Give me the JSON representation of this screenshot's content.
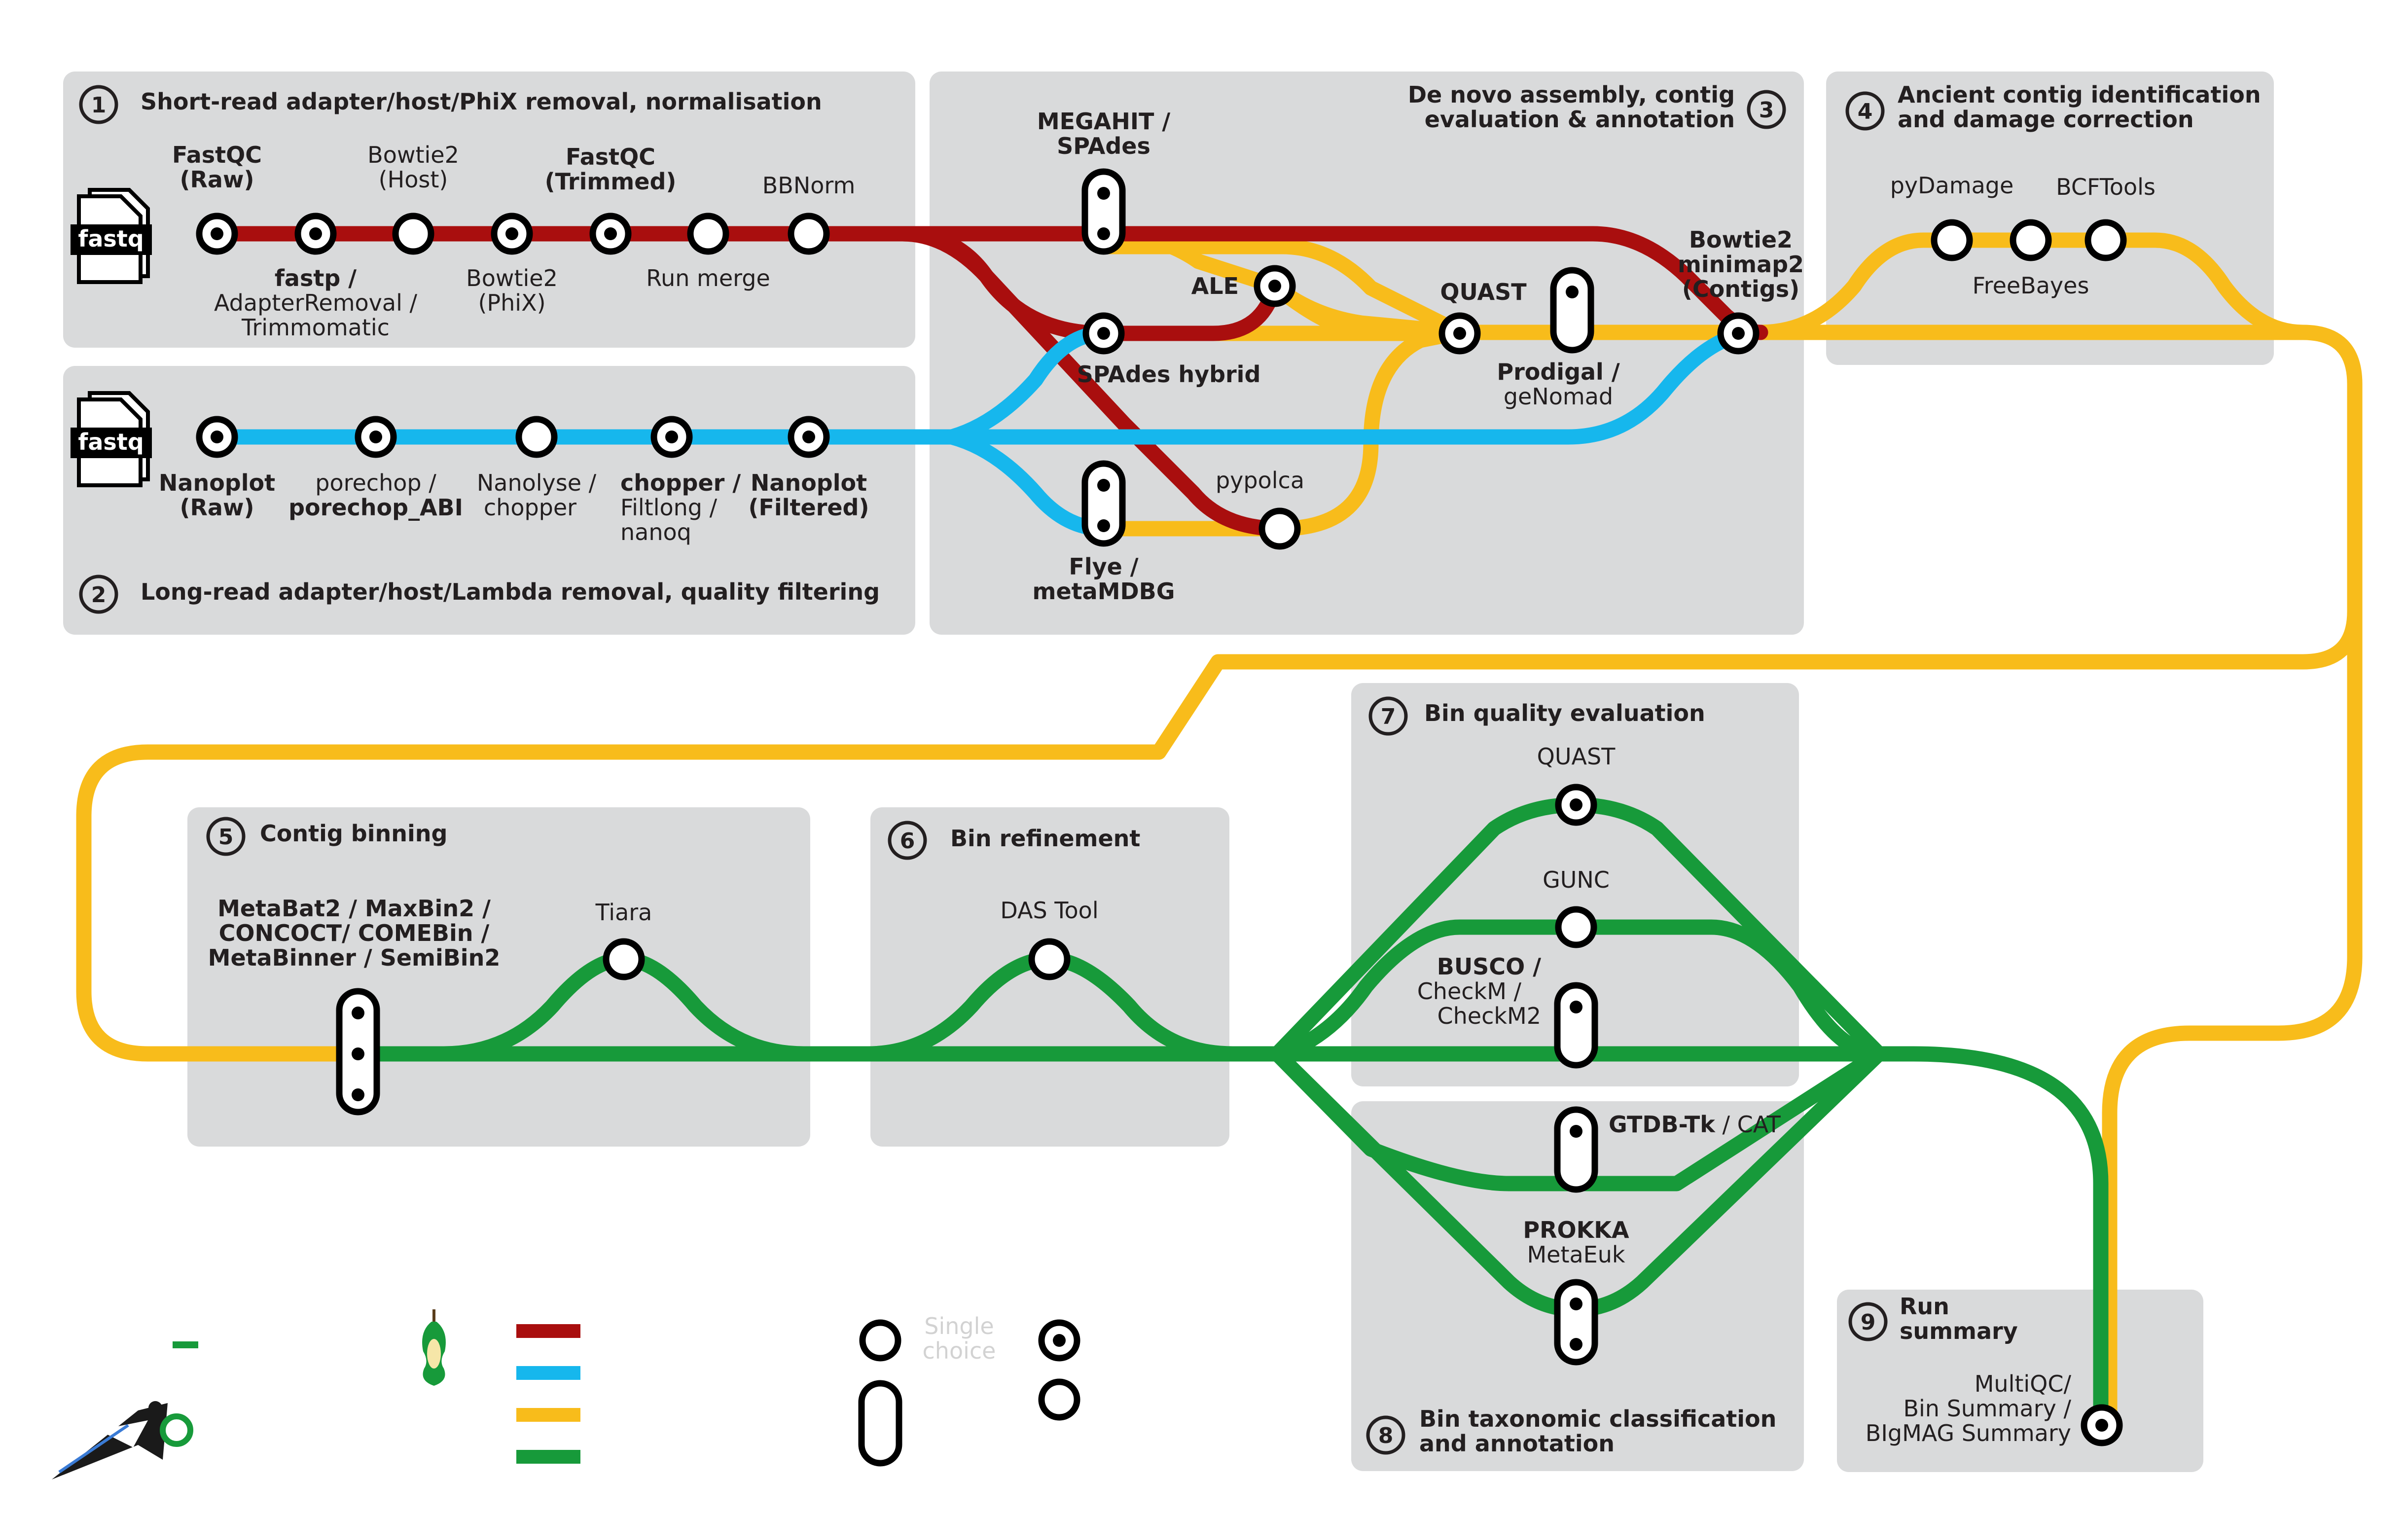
{
  "colors": {
    "short_read_line": "#a90e0e",
    "long_read_line": "#16b7ed",
    "assembly_line": "#f8bc1b",
    "binning_line": "#179a3a",
    "panel": "#d9dadb"
  },
  "sections": {
    "s1": {
      "number": "1",
      "title": "Short-read adapter/host/PhiX removal, normalisation"
    },
    "s2": {
      "number": "2",
      "title": "Long-read adapter/host/Lambda removal, quality filtering"
    },
    "s3": {
      "number": "3",
      "title_line1": "De novo assembly, contig",
      "title_line2": "evaluation & annotation"
    },
    "s4": {
      "number": "4",
      "title_line1": "Ancient contig identification",
      "title_line2": "and damage correction"
    },
    "s5": {
      "number": "5",
      "title": "Contig binning"
    },
    "s6": {
      "number": "6",
      "title": "Bin refinement"
    },
    "s7": {
      "number": "7",
      "title": "Bin quality evaluation"
    },
    "s8": {
      "number": "8",
      "title_line1": "Bin taxonomic classification",
      "title_line2": "and annotation"
    },
    "s9": {
      "number": "9",
      "title_line1": "Run",
      "title_line2": "summary"
    }
  },
  "inputs": {
    "short_reads": "fastq",
    "long_reads": "fastq"
  },
  "short_read_steps": {
    "fastqc_raw": [
      "FastQC",
      "(Raw)"
    ],
    "fastp": [
      "fastp /",
      "AdapterRemoval /",
      "Trimmomatic"
    ],
    "bowtie2_host": [
      "Bowtie2",
      "(Host)"
    ],
    "bowtie2_phix": [
      "Bowtie2",
      "(PhiX)"
    ],
    "fastqc_trimmed": [
      "FastQC",
      "(Trimmed)"
    ],
    "run_merge": [
      "Run merge"
    ],
    "bbnorm": [
      "BBNorm"
    ]
  },
  "long_read_steps": {
    "nanoplot_raw": [
      "Nanoplot",
      "(Raw)"
    ],
    "porechop": [
      "porechop /",
      "porechop_ABI"
    ],
    "nanolyse": [
      "Nanolyse /",
      "chopper"
    ],
    "chopper": [
      "chopper /",
      "Filtlong /",
      "nanoq"
    ],
    "nanoplot_filtered": [
      "Nanoplot",
      "(Filtered)"
    ]
  },
  "assembly_steps": {
    "megahit": [
      "MEGAHIT /",
      "SPAdes"
    ],
    "ale": [
      "ALE"
    ],
    "spades_hybrid": [
      "SPAdes hybrid"
    ],
    "quast": [
      "QUAST"
    ],
    "prodigal": [
      "Prodigal /",
      "geNomad"
    ],
    "bowtie2_contigs": [
      "Bowtie2",
      "minimap2",
      "(Contigs)"
    ],
    "pypolca": [
      "pypolca"
    ],
    "flye": [
      "Flye /",
      "metaMDBG"
    ]
  },
  "ancient_steps": {
    "pydamage": [
      "pyDamage"
    ],
    "bcftools": [
      "BCFTools"
    ],
    "freebayes": [
      "FreeBayes"
    ]
  },
  "binning_steps": {
    "binners": [
      "MetaBat2 / MaxBin2 /",
      "CONCOCT/ COMEBin /",
      "MetaBinner / SemiBin2"
    ],
    "tiara": [
      "Tiara"
    ],
    "das_tool": [
      "DAS Tool"
    ]
  },
  "qc_steps": {
    "quast_bins": [
      "QUAST"
    ],
    "gunc": [
      "GUNC"
    ],
    "busco": [
      "BUSCO /",
      "CheckM /",
      "CheckM2"
    ]
  },
  "taxonomy_steps": {
    "gtdbtk_bold": "GTDB-Tk",
    "gtdbtk_rest": " / CAT",
    "prokka": [
      "PROKKA",
      "MetaEuk"
    ]
  },
  "summary_steps": {
    "multiqc": [
      "MultiQC/",
      "Bin Summary /",
      "BIgMAG Summary"
    ]
  },
  "legend": {
    "single_choice": [
      "Single",
      "choice"
    ]
  }
}
